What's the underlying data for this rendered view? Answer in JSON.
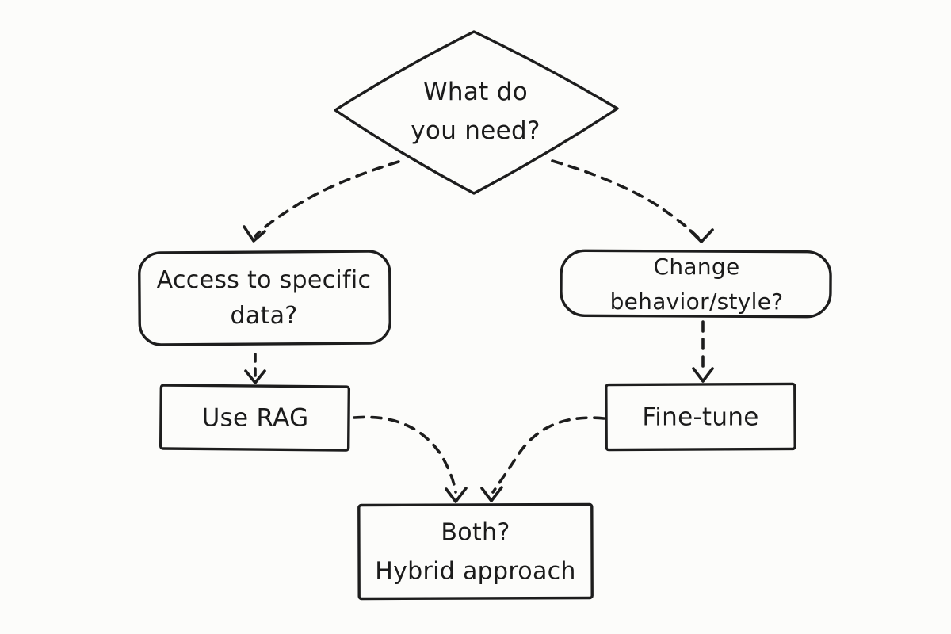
{
  "diagram": {
    "type": "flowchart",
    "style": "hand-drawn, dashed connectors",
    "colors": {
      "background": "#fcfcfa",
      "stroke": "#1d1d1d",
      "text": "#1b1b1b"
    },
    "nodes": {
      "decision": {
        "shape": "diamond",
        "label": "What do\nyou need?"
      },
      "data_question": {
        "shape": "rounded-rect",
        "label": "Access to specific\ndata?"
      },
      "behavior_question": {
        "shape": "rounded-rect",
        "label": "Change behavior/style?"
      },
      "use_rag": {
        "shape": "rect",
        "label": "Use RAG"
      },
      "fine_tune": {
        "shape": "rect",
        "label": "Fine-tune"
      },
      "hybrid": {
        "shape": "rect",
        "label": "Both?\nHybrid approach"
      }
    },
    "edges": [
      {
        "from": "decision",
        "to": "data_question",
        "style": "dashed-curved-arrow"
      },
      {
        "from": "decision",
        "to": "behavior_question",
        "style": "dashed-curved-arrow"
      },
      {
        "from": "data_question",
        "to": "use_rag",
        "style": "dashed-straight-arrow"
      },
      {
        "from": "behavior_question",
        "to": "fine_tune",
        "style": "dashed-straight-arrow"
      },
      {
        "from": "use_rag",
        "to": "hybrid",
        "style": "dashed-curved-arrow"
      },
      {
        "from": "fine_tune",
        "to": "hybrid",
        "style": "dashed-curved-arrow"
      }
    ]
  }
}
